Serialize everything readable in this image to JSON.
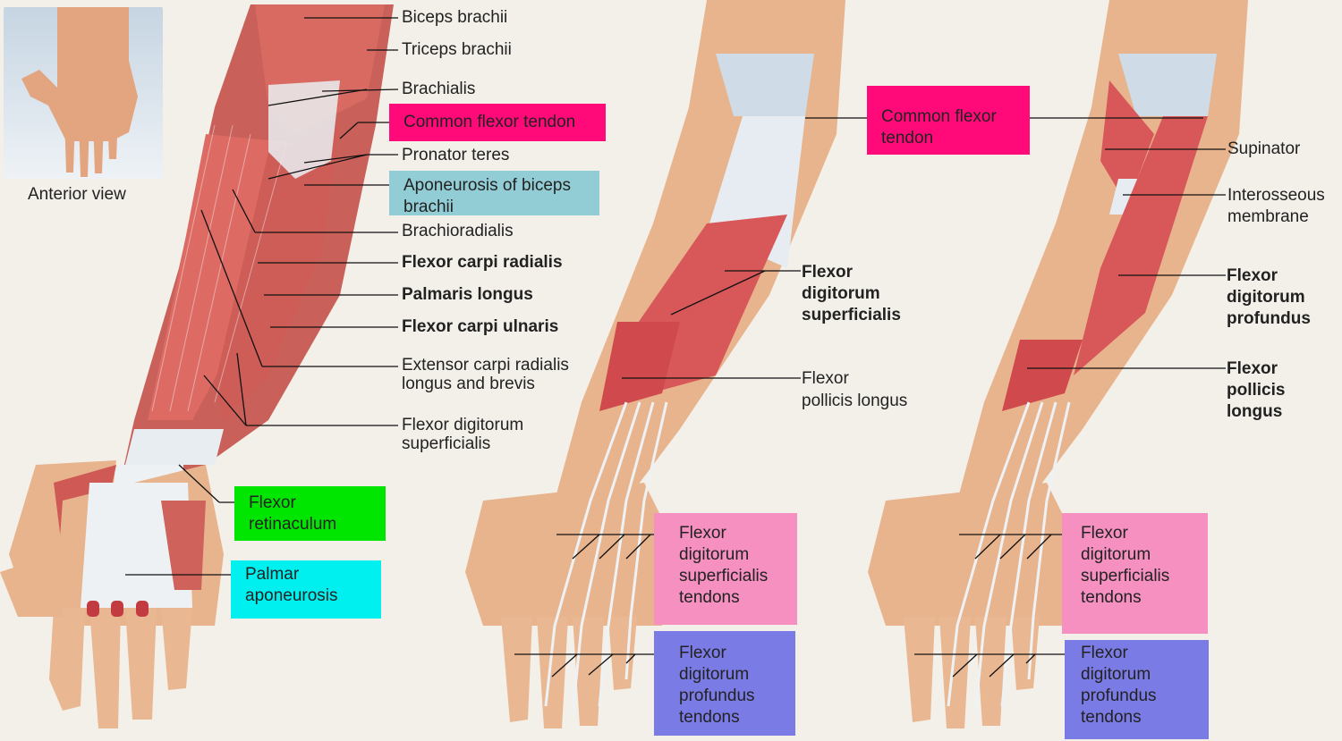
{
  "inset": {
    "caption": "Anterior view"
  },
  "panel1": {
    "labels": [
      {
        "id": "biceps",
        "text": "Biceps brachii"
      },
      {
        "id": "triceps",
        "text": "Triceps brachii"
      },
      {
        "id": "brachialis",
        "text": "Brachialis"
      },
      {
        "id": "common_flexor",
        "text": "Common flexor tendon"
      },
      {
        "id": "pronator",
        "text": "Pronator teres"
      },
      {
        "id": "aponeurosis",
        "text": "Aponeurosis of biceps\nbrachii"
      },
      {
        "id": "brachioradialis",
        "text": "Brachioradialis"
      },
      {
        "id": "fcr",
        "text": "Flexor carpi radialis"
      },
      {
        "id": "palmaris",
        "text": "Palmaris longus"
      },
      {
        "id": "fcu",
        "text": "Flexor carpi ulnaris"
      },
      {
        "id": "ecr",
        "text": "Extensor carpi radialis\nlongus and brevis"
      },
      {
        "id": "fds",
        "text": "Flexor digitorum\nsuperficialis"
      },
      {
        "id": "retinaculum",
        "text": "Flexor\nretinaculum"
      },
      {
        "id": "palmar",
        "text": "Palmar\naponeurosis"
      }
    ]
  },
  "panel2": {
    "labels": [
      {
        "id": "common_flexor",
        "text": "Common flexor\ntendon"
      },
      {
        "id": "fds",
        "text": "Flexor\ndigitorum\nsuperficialis"
      },
      {
        "id": "fpl",
        "text": "Flexor\npollicis longus"
      },
      {
        "id": "fds_tendons",
        "text": "Flexor\ndigitorum\nsuperficialis\ntendons"
      },
      {
        "id": "fdp_tendons",
        "text": "Flexor\ndigitorum\nprofundus\ntendons"
      }
    ]
  },
  "panel3": {
    "labels": [
      {
        "id": "supinator",
        "text": "Supinator"
      },
      {
        "id": "interosseous",
        "text": "Interosseous\nmembrane"
      },
      {
        "id": "fdp",
        "text": "Flexor\ndigitorum\nprofundus"
      },
      {
        "id": "fpl",
        "text": "Flexor\npollicis\nlongus"
      },
      {
        "id": "common_flexor",
        "text": "Common flexor\ntendon"
      },
      {
        "id": "fds_tendons",
        "text": "Flexor\ndigitorum\nsuperficialis\ntendons"
      },
      {
        "id": "fdp_tendons",
        "text": "Flexor\ndigitorum\nprofundus\ntendons"
      }
    ]
  },
  "colors": {
    "background": "#f3f0e9",
    "muscle": "#d9534f",
    "skin": "#e8b48e",
    "tendon": "#e6edf3",
    "highlight_magenta": "#ff0a78",
    "highlight_teal": "#92cdd6",
    "highlight_green": "#00e600",
    "highlight_cyan": "#00f0f0",
    "highlight_pink": "#f590c0",
    "highlight_purple": "#7b7be6"
  }
}
